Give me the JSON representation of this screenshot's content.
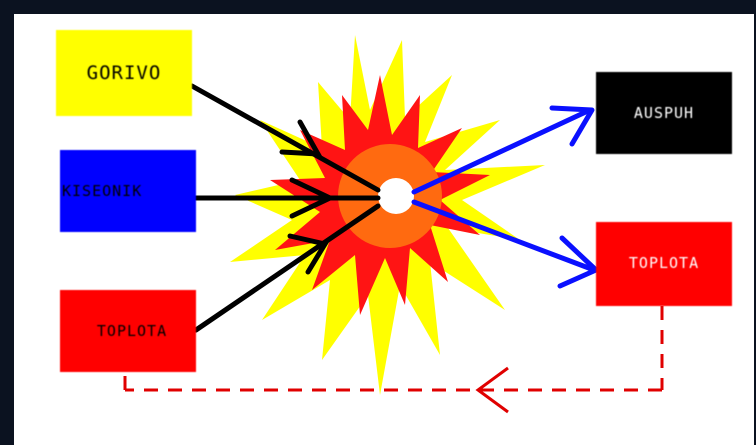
{
  "inputs": {
    "fuel": "GORIVO",
    "oxygen": "KISEONIK",
    "heat": "TOPLOTA"
  },
  "outputs": {
    "exhaust": "AUSPUH",
    "heat": "TOPLOTA"
  },
  "colors": {
    "fuel_box": "#ffff00",
    "oxygen_box": "#0000ff",
    "heat_box": "#ff0000",
    "exhaust_box": "#000000",
    "explosion_outer": "#ffff00",
    "explosion_inner": "#ff1010",
    "explosion_core": "#ff6a00",
    "input_arrows": "#000000",
    "output_arrows": "#0000ff",
    "feedback_arrow": "#e00000"
  }
}
